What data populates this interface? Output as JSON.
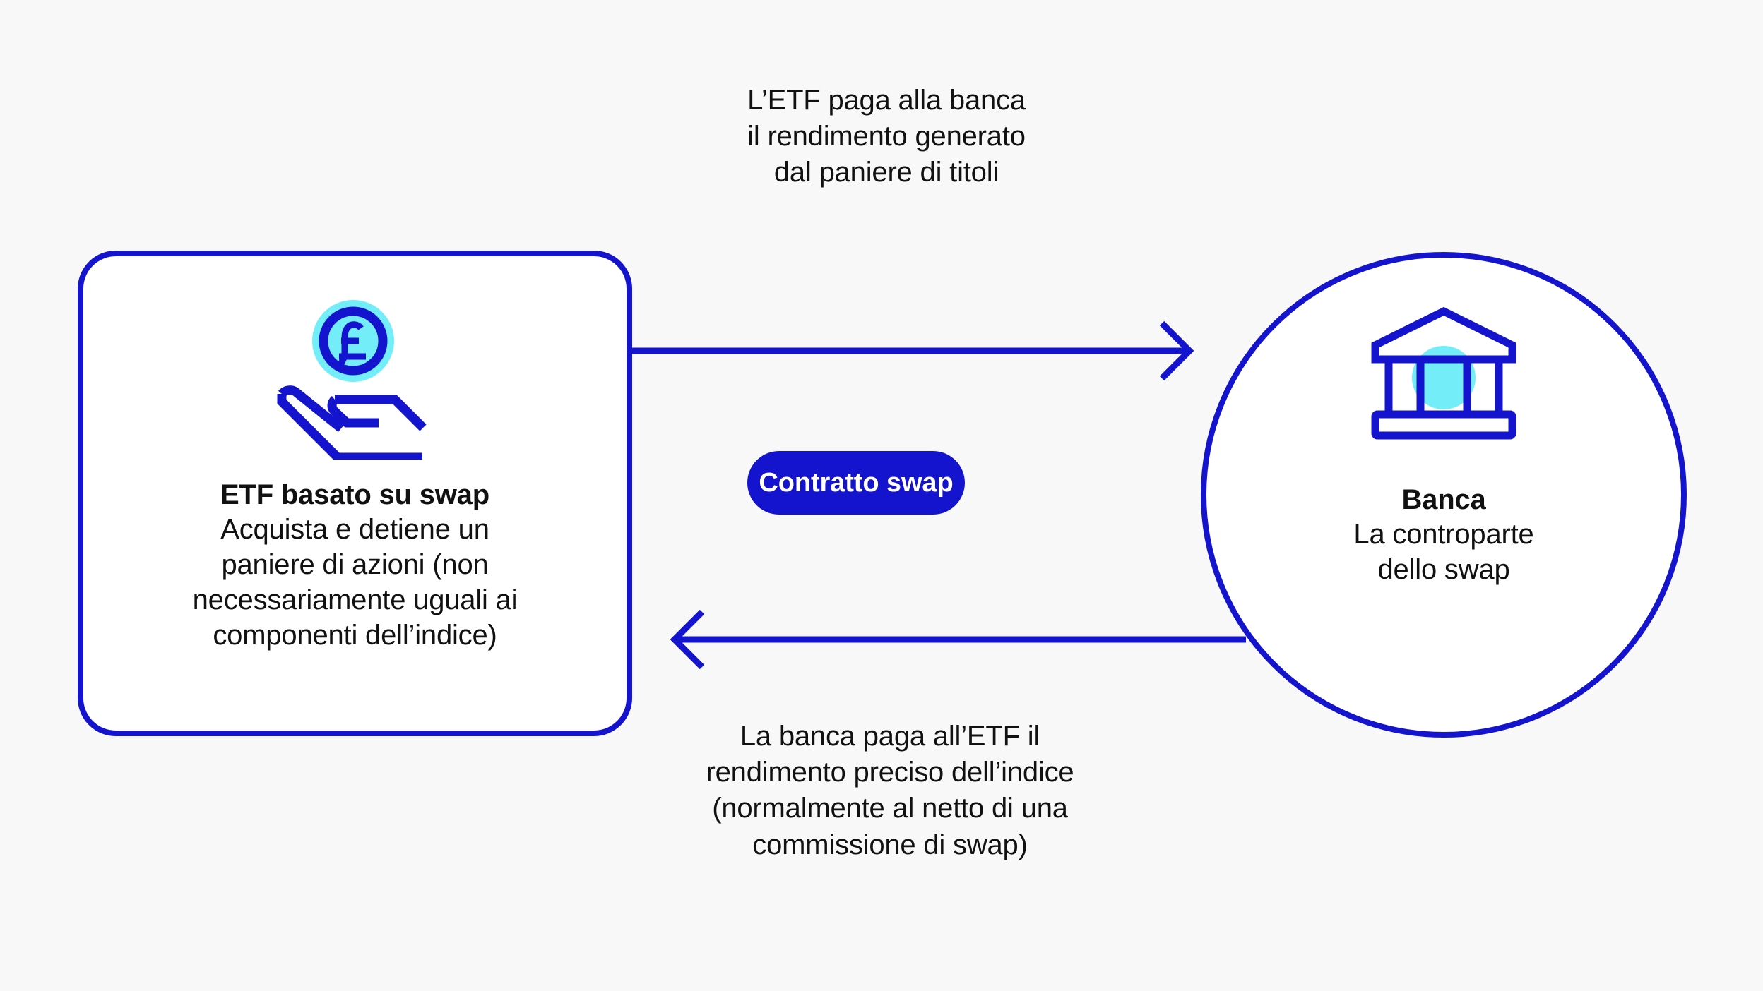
{
  "diagram": {
    "title_hidden": "",
    "background_color": "#f8f8f8",
    "accent_blue": "#1414cf",
    "accent_cyan": "#73edf8",
    "text_color": "#111111"
  },
  "left_node": {
    "shape": "rounded-rectangle",
    "title": "ETF basato su swap",
    "description_lines": [
      "Acquista e detiene un",
      "paniere di azioni (non",
      "necessariamente uguali ai",
      "componenti dell’indice)"
    ],
    "icon": "hand-holding-pound-coin-icon",
    "icon_currency_symbol": "£"
  },
  "right_node": {
    "shape": "circle",
    "title": "Banca",
    "description_lines": [
      "La controparte",
      "dello swap"
    ],
    "icon": "bank-building-icon"
  },
  "center_badge": {
    "label": "Contratto swap",
    "background_color": "#1414cf",
    "text_color": "#ffffff"
  },
  "edges": [
    {
      "id": "etf-to-bank",
      "direction": "left-to-right",
      "label_lines": [
        "L’ETF paga alla banca",
        "il rendimento generato",
        "dal paniere di titoli"
      ]
    },
    {
      "id": "bank-to-etf",
      "direction": "right-to-left",
      "label_lines": [
        "La banca paga all’ETF il",
        "rendimento preciso dell’indice",
        "(normalmente al netto di una",
        "commissione di swap)"
      ]
    }
  ]
}
